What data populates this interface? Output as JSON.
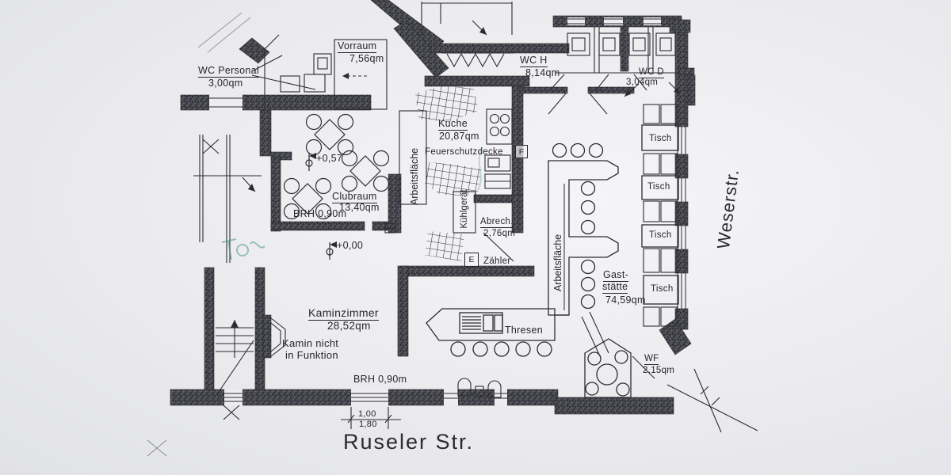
{
  "streets": {
    "bottom": "Ruseler Str.",
    "right": "Weserstr."
  },
  "rooms": {
    "wc_personal": {
      "name": "WC Personal",
      "area": "3,00qm"
    },
    "vorraum": {
      "name": "Vorraum",
      "area": "7,56qm"
    },
    "kueche": {
      "name": "Küche",
      "area": "20,87qm",
      "note": "Feuerschutzdecke"
    },
    "clubraum": {
      "name": "Clubraum",
      "area": "13,40qm"
    },
    "wc_h": {
      "name": "WC H",
      "area": "8,14qm"
    },
    "wc_d": {
      "name": "WC D",
      "area": "3,04qm"
    },
    "abrech": {
      "name": "Abrech.",
      "area": "2,76qm"
    },
    "gaststaette": {
      "name_line1": "Gast-",
      "name_line2": "stätte",
      "area": "74,59qm"
    },
    "kaminzimmer": {
      "name": "Kaminzimmer",
      "area": "28,52qm",
      "note_line1": "Kamin nicht",
      "note_line2": "in Funktion"
    },
    "wf": {
      "name": "WF",
      "area": "2,15qm"
    }
  },
  "labels": {
    "arbeitsflaeche_kitchen": "Arbeitsfläche",
    "arbeitsflaeche_bar": "Arbeitsfläche",
    "kuehlgeraet": "Kühlgerät",
    "zaehler": "Zähler",
    "thresen": "Thresen",
    "brh_clubraum": "BRH 0,90m",
    "brh_bottom": "BRH 0,90m",
    "level_clubraum": "+0,57",
    "level_entry": "+0,00",
    "marker_e": "E",
    "marker_f": "F"
  },
  "dimensions": {
    "width_clear": "1,00",
    "width_total": "1,80"
  },
  "tables": [
    "Tisch",
    "Tisch",
    "Tisch",
    "Tisch"
  ],
  "colors": {
    "ink": "#2b2b31",
    "wall": "#4b4b52",
    "highlight": "#3f8f86",
    "paper": "#ebebee"
  }
}
